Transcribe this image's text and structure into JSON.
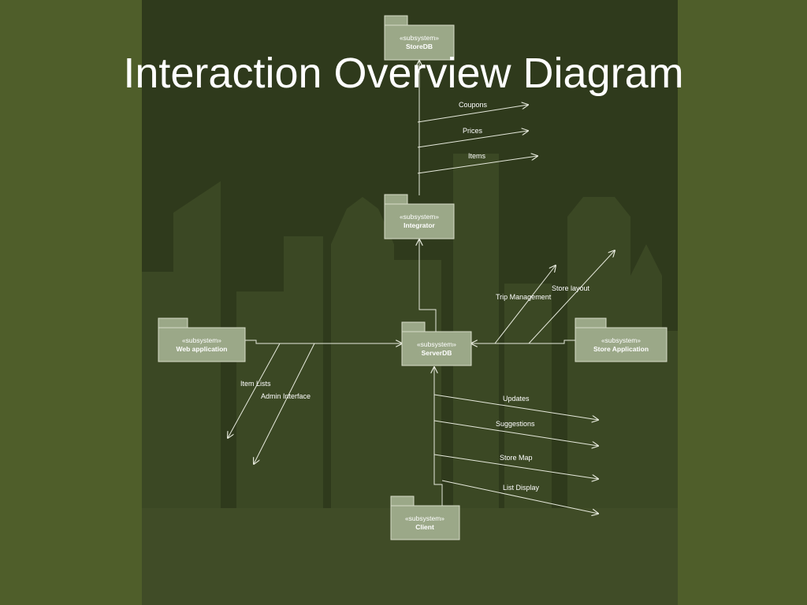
{
  "slide": {
    "title": "Interaction Overview Diagram"
  },
  "packages": {
    "storedb": {
      "stereotype": "«subsystem»",
      "name": "StoreDB"
    },
    "integrator": {
      "stereotype": "«subsystem»",
      "name": "Integrator"
    },
    "webapp": {
      "stereotype": "«subsystem»",
      "name": "Web application"
    },
    "serverdb": {
      "stereotype": "«subsystem»",
      "name": "ServerDB"
    },
    "storeapp": {
      "stereotype": "«subsystem»",
      "name": "Store Application"
    },
    "client": {
      "stereotype": "«subsystem»",
      "name": "Client"
    }
  },
  "messages": {
    "coupons": "Coupons",
    "prices": "Prices",
    "items": "Items",
    "trip_management": "Trip Management",
    "store_layout": "Store layout",
    "item_lists": "Item Lists",
    "admin_interface": "Admin Interface",
    "updates": "Updates",
    "suggestions": "Suggestions",
    "store_map": "Store Map",
    "list_display": "List Display"
  },
  "colors": {
    "slide_bg": "#4f5e2a",
    "panel_bg": "#2f3a1c",
    "package_fill": "#9ba888",
    "line": "#e6e9dc"
  }
}
